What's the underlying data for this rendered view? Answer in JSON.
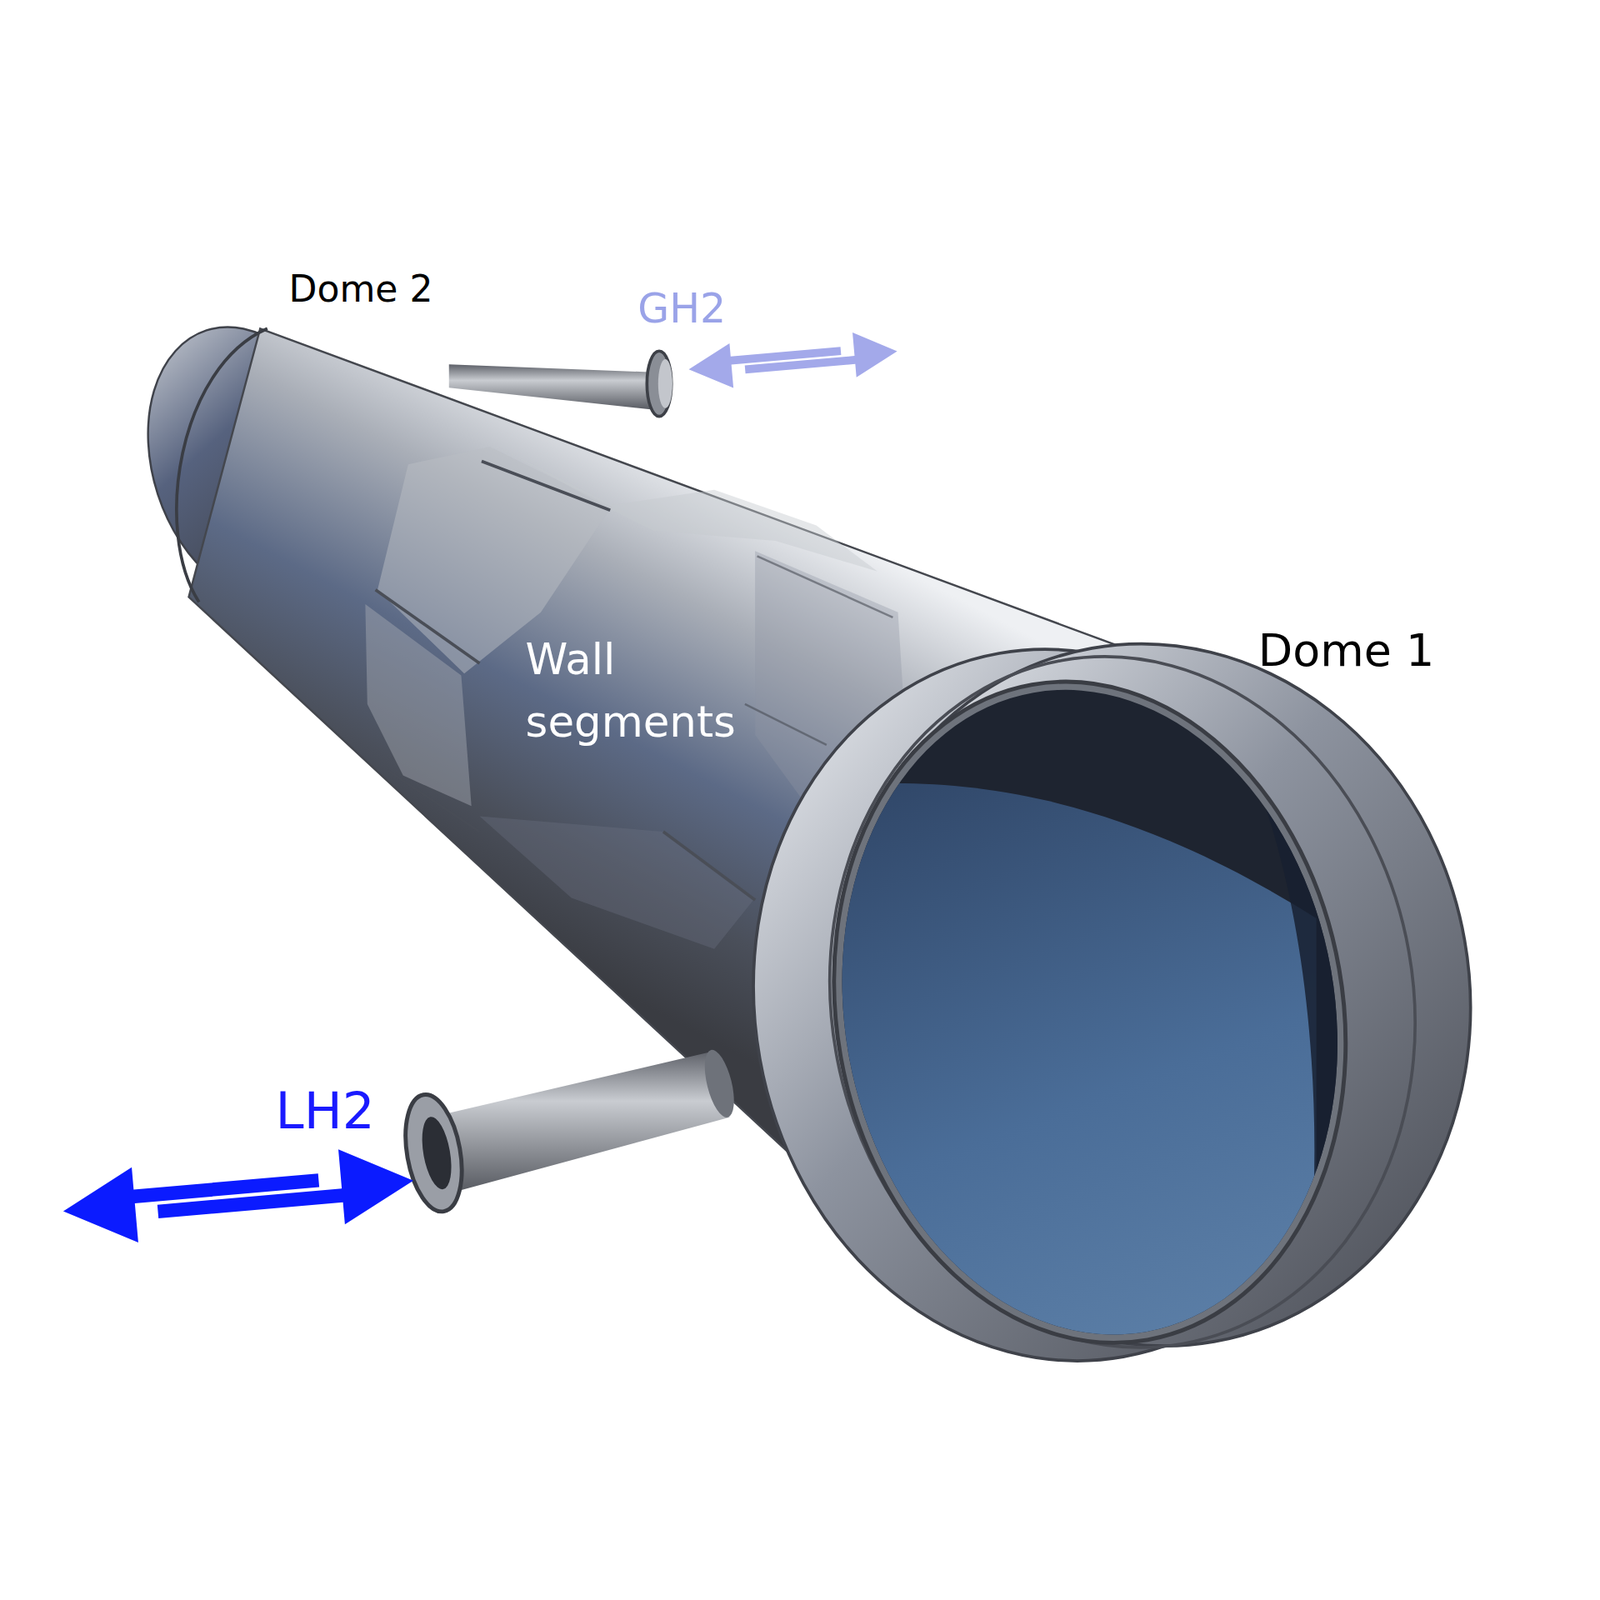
{
  "diagram": {
    "labels": [
      "Dome 2",
      "GH2",
      "Wall segments",
      "Dome 1",
      "LH2"
    ]
  }
}
